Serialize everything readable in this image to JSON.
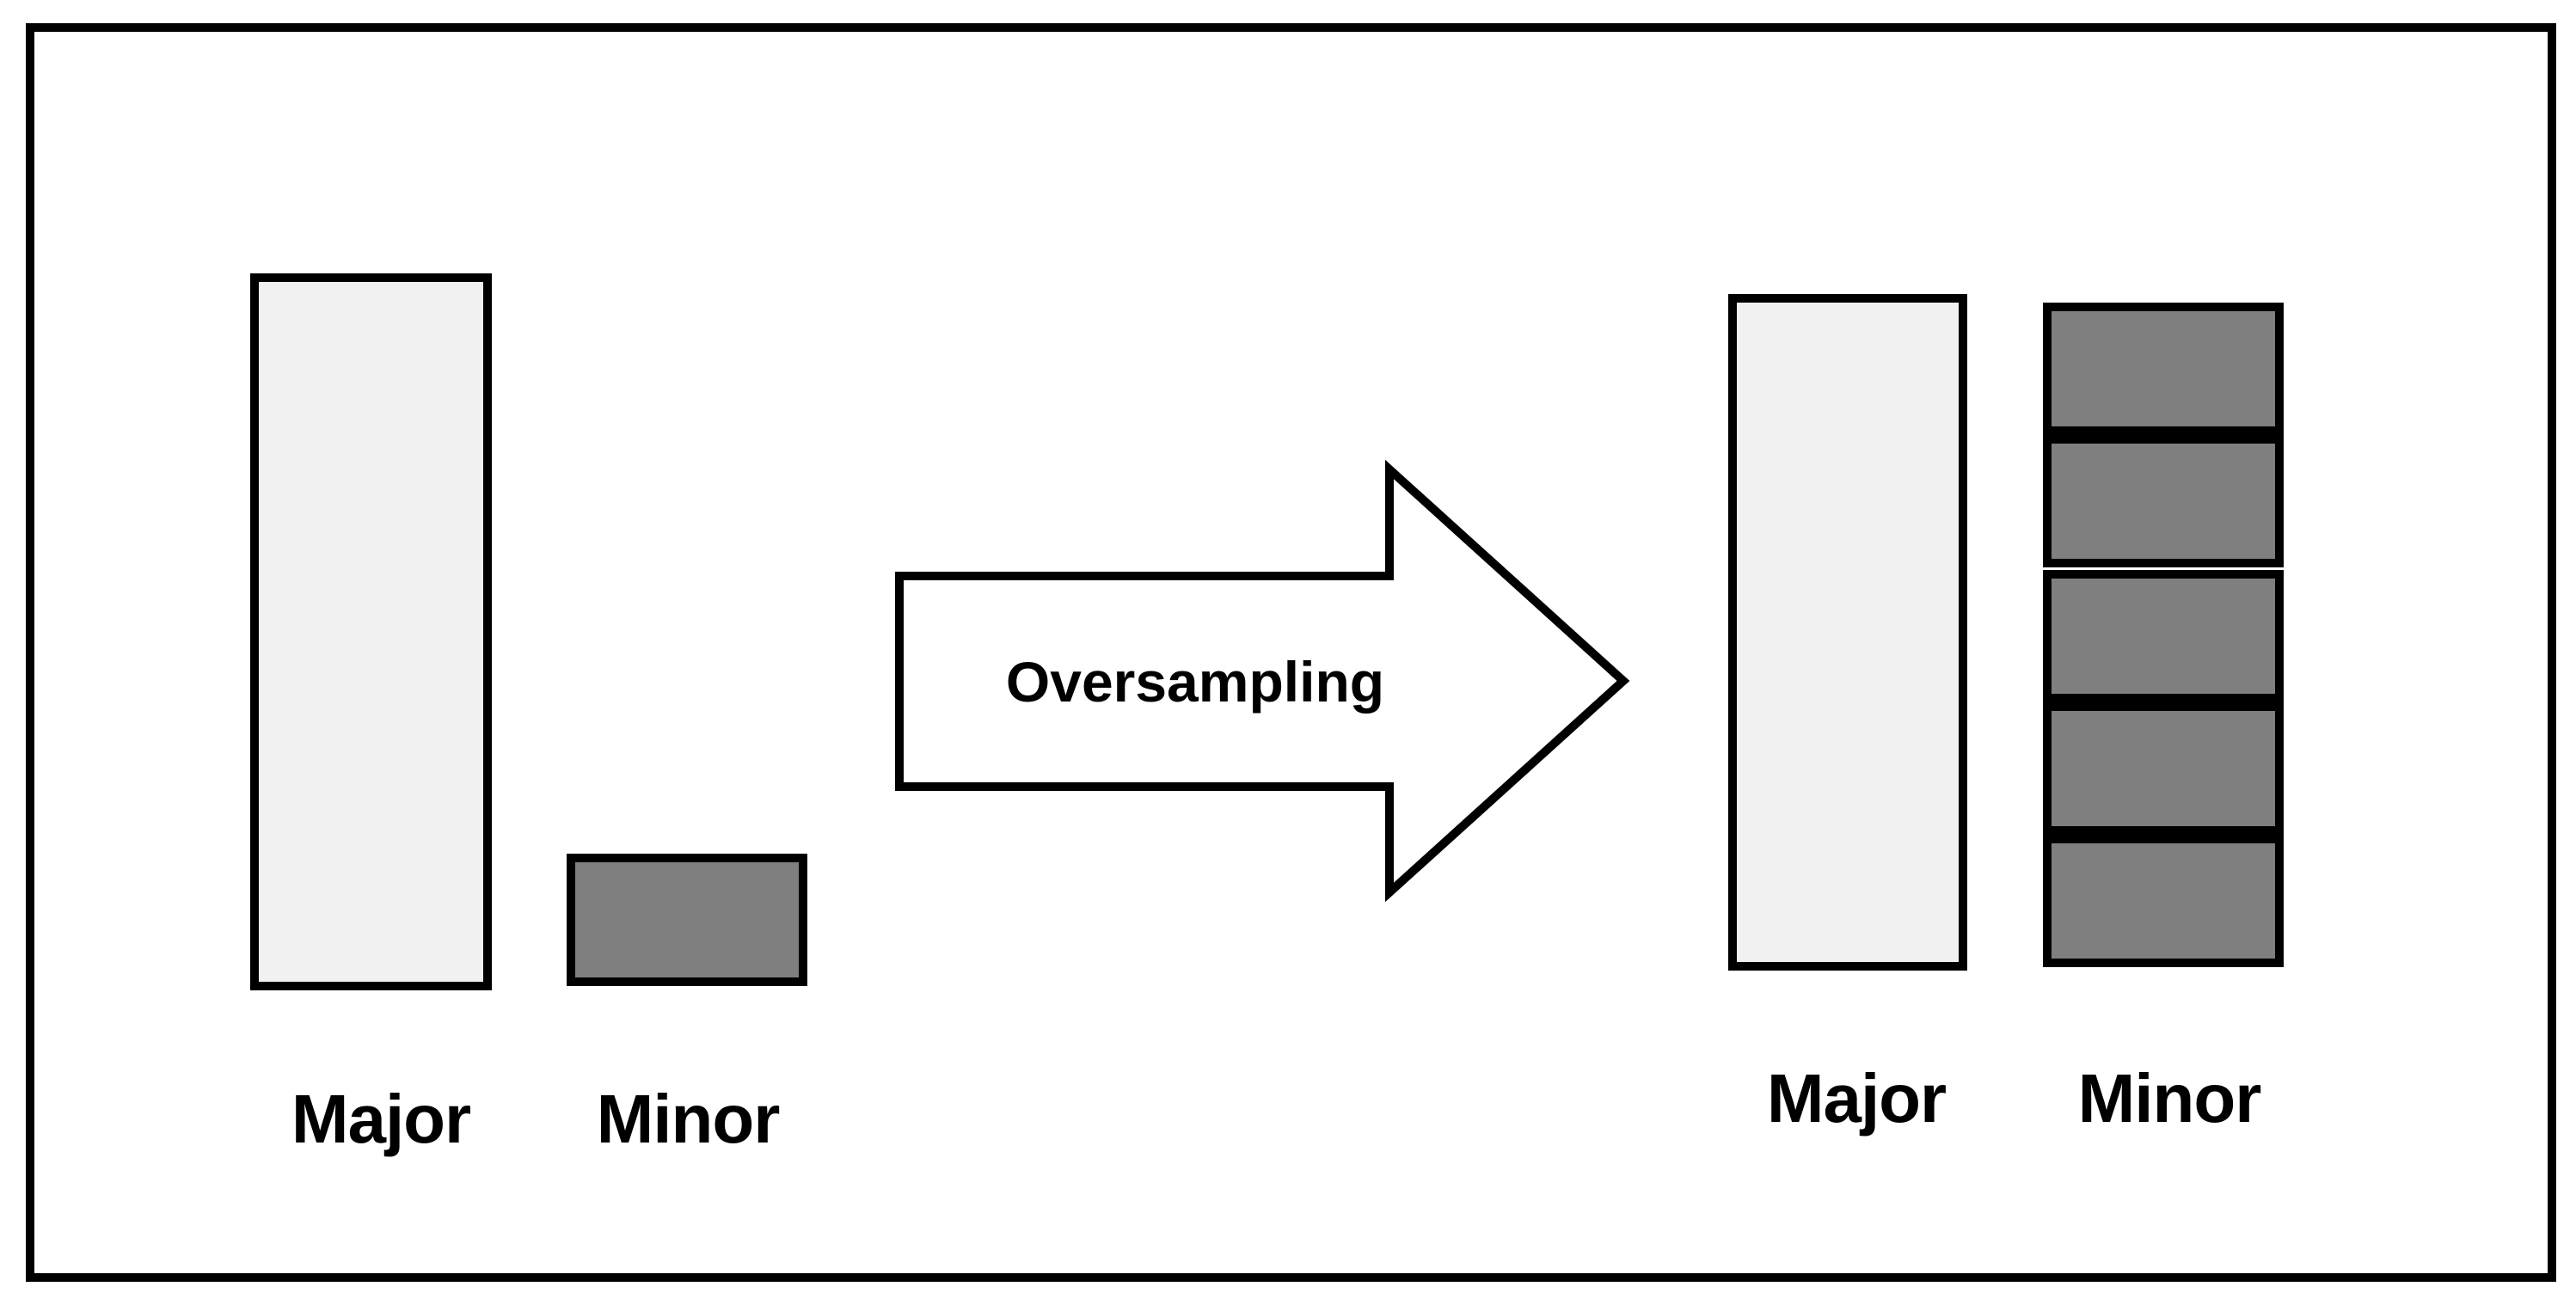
{
  "figure": {
    "description": "Oversampling class-imbalance diagram",
    "arrow": {
      "label": "Oversampling"
    },
    "before": {
      "major_label": "Major",
      "minor_label": "Minor"
    },
    "after": {
      "major_label": "Major",
      "minor_label": "Minor",
      "minor_block_count": 5
    },
    "colors": {
      "canvas": "#ffffff",
      "outline": "#000000",
      "major_fill": "#f1f1f1",
      "minor_fill": "#7f7f7f"
    }
  }
}
